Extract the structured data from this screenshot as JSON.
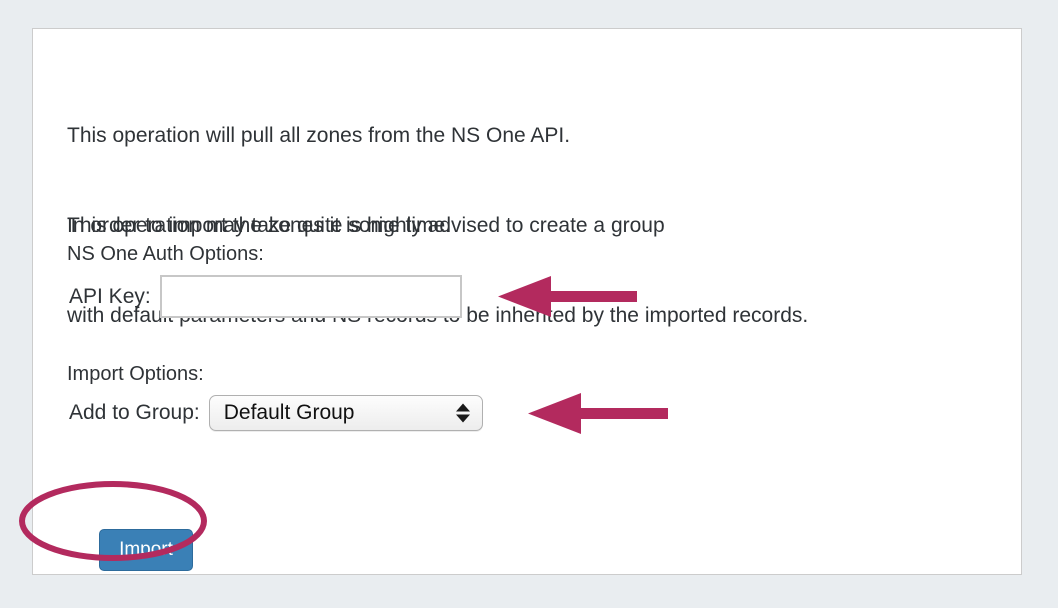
{
  "panel": {
    "intro_block_1_line_1": "This operation will pull all zones from the NS One API.",
    "intro_block_1_line_2": "This operation may take quite some time.",
    "intro_block_2_line_1": "In order to import the zones it is highly advised to create a group",
    "intro_block_2_line_2": "with default parameters and NS records to be inherited by the imported records."
  },
  "auth_section": {
    "heading": "NS One Auth Options:",
    "api_key_label": "API Key:",
    "api_key_value": "",
    "api_key_placeholder": ""
  },
  "import_section": {
    "heading": "Import Options:",
    "group_label": "Add to Group:",
    "group_selected": "Default Group",
    "stepper_up_icon": "triangle-up-icon",
    "stepper_down_icon": "triangle-down-icon"
  },
  "actions": {
    "import_label": "Import"
  },
  "annotations": {
    "arrow_api_key": "arrow-left-icon",
    "arrow_group_select": "arrow-left-icon",
    "ellipse_import_button": "ellipse-highlight",
    "color": "#b32a5e"
  },
  "colors": {
    "page_background": "#e9edf0",
    "panel_background": "#ffffff",
    "panel_border": "#cccccc",
    "text": "#2f3337",
    "button_primary": "#3a80b6",
    "annotation": "#b32a5e"
  }
}
